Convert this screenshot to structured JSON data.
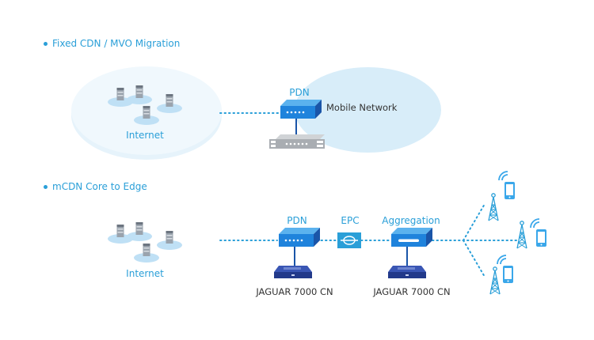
{
  "colors": {
    "accent": "#2a9fd8",
    "cloud_fill": "#eef7fc",
    "mobile_fill": "#d6ecf8",
    "device_blue": "#1f7fd8",
    "jaguar_navy": "#263d8c",
    "text_dark": "#333333"
  },
  "section1": {
    "title": "Fixed CDN / MVO Migration",
    "internet_label": "Internet",
    "pdn_label": "PDN",
    "mobile_network_label": "Mobile Network"
  },
  "section2": {
    "title": "mCDN Core to Edge",
    "internet_label": "Internet",
    "pdn_label": "PDN",
    "epc_label": "EPC",
    "aggregation_label": "Aggregation",
    "jaguar1_label": "JAGUAR 7000 CN",
    "jaguar2_label": "JAGUAR 7000 CN"
  },
  "icons": {
    "server": "server-icon",
    "router": "router-icon",
    "rack": "rack-server-icon",
    "epc": "epc-icon",
    "jaguar": "jaguar-device-icon",
    "tower": "cell-tower-icon",
    "phone": "smartphone-icon",
    "signal": "wifi-signal-icon"
  }
}
